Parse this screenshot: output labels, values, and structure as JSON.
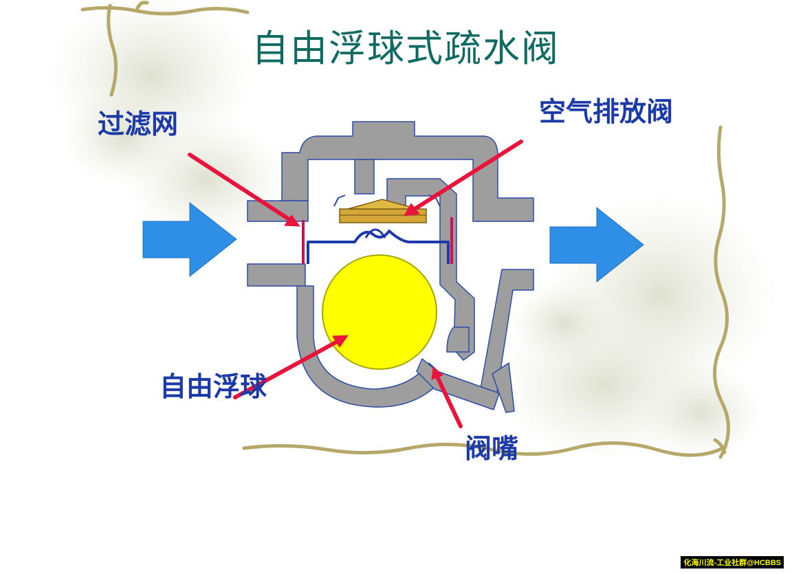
{
  "title": "自由浮球式疏水阀",
  "labels": {
    "filter": "过滤网",
    "air_vent": "空气排放阀",
    "float_ball": "自由浮球",
    "nozzle": "阀嘴"
  },
  "watermark": "化海川流-工业社群@HCBBS",
  "colors": {
    "title": "#0f6b61",
    "label": "#1b3aa8",
    "body_gray": "#9e9e9e",
    "body_outline": "#2a4aa8",
    "ball": "#ffff00",
    "ball_outline": "#a6a600",
    "pointer_red": "#e8143c",
    "flow_arrow": "#2f8fe6",
    "vent_gold": "#d4a637",
    "screen_red": "#d01050",
    "screen_blue": "#1b3aa8",
    "vine": "#b6a86a"
  },
  "icons": {
    "inlet": "flow-in-arrow-icon",
    "outlet": "flow-out-arrow-icon"
  }
}
